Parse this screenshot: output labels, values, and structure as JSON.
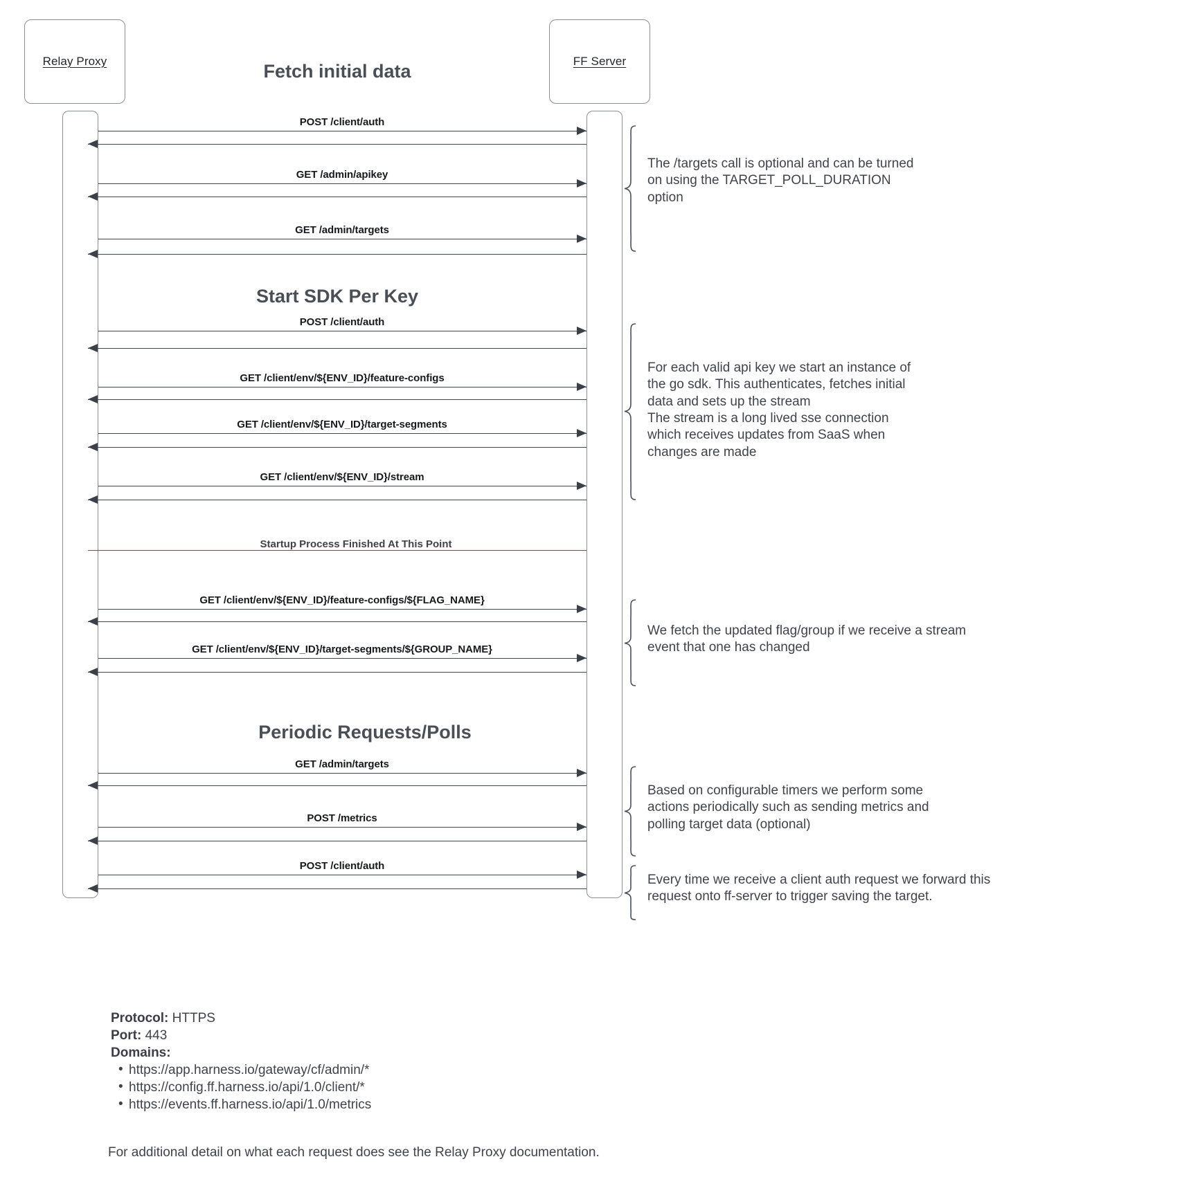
{
  "diagram": {
    "participants": [
      {
        "id": "relay-proxy",
        "label": "Relay Proxy"
      },
      {
        "id": "ff-server",
        "label": "FF Server"
      }
    ],
    "sections": [
      {
        "id": "fetch-initial-data",
        "title": "Fetch initial data"
      },
      {
        "id": "start-sdk-per-key",
        "title": "Start SDK Per Key"
      },
      {
        "id": "periodic-requests",
        "title": "Periodic Requests/Polls"
      }
    ],
    "messages": [
      {
        "id": "m1",
        "label": "POST /client/auth",
        "direction": "request"
      },
      {
        "id": "m2",
        "label": "",
        "direction": "response"
      },
      {
        "id": "m3",
        "label": "GET /admin/apikey",
        "direction": "request"
      },
      {
        "id": "m4",
        "label": "",
        "direction": "response"
      },
      {
        "id": "m5",
        "label": "GET /admin/targets",
        "direction": "request"
      },
      {
        "id": "m6",
        "label": "",
        "direction": "response"
      },
      {
        "id": "m7",
        "label": "POST /client/auth",
        "direction": "request"
      },
      {
        "id": "m8",
        "label": "",
        "direction": "response"
      },
      {
        "id": "m9",
        "label": "GET /client/env/${ENV_ID}/feature-configs",
        "direction": "request"
      },
      {
        "id": "m10",
        "label": "",
        "direction": "response"
      },
      {
        "id": "m11",
        "label": "GET /client/env/${ENV_ID}/target-segments",
        "direction": "request"
      },
      {
        "id": "m12",
        "label": "",
        "direction": "response"
      },
      {
        "id": "m13",
        "label": "GET /client/env/${ENV_ID}/stream",
        "direction": "request"
      },
      {
        "id": "m14",
        "label": "",
        "direction": "response"
      },
      {
        "id": "m15",
        "label": "GET /client/env/${ENV_ID}/feature-configs/${FLAG_NAME}",
        "direction": "request"
      },
      {
        "id": "m16",
        "label": "",
        "direction": "response"
      },
      {
        "id": "m17",
        "label": "GET /client/env/${ENV_ID}/target-segments/${GROUP_NAME}",
        "direction": "request"
      },
      {
        "id": "m18",
        "label": "",
        "direction": "response"
      },
      {
        "id": "m19",
        "label": "GET /admin/targets",
        "direction": "request"
      },
      {
        "id": "m20",
        "label": "",
        "direction": "response"
      },
      {
        "id": "m21",
        "label": "POST /metrics",
        "direction": "request"
      },
      {
        "id": "m22",
        "label": "",
        "direction": "response"
      },
      {
        "id": "m23",
        "label": "POST /client/auth",
        "direction": "request"
      },
      {
        "id": "m24",
        "label": "",
        "direction": "response"
      }
    ],
    "divider": {
      "label": "Startup Process Finished At This Point",
      "color": "#b03a3a"
    },
    "annotations": [
      {
        "id": "targets-optional",
        "text": "The /targets call is optional and can be turned\non using the TARGET_POLL_DURATION\noption"
      },
      {
        "id": "sdk-instance",
        "text": "For each valid api key we start an instance of\nthe go sdk. This authenticates, fetches initial\ndata and sets up the stream\nThe stream is a long lived sse connection\nwhich receives updates from SaaS when\nchanges are made"
      },
      {
        "id": "stream-update",
        "text": "We fetch the updated flag/group if we receive a stream\nevent that one has changed"
      },
      {
        "id": "configurable-timers",
        "text": "Based on configurable timers we perform some\nactions periodically such as sending metrics and\npolling target data (optional)"
      },
      {
        "id": "client-auth-forward",
        "text": "Every time we receive a client auth request we forward this\nrequest onto ff-server to trigger saving the target."
      }
    ]
  },
  "footer": {
    "protocol_key": "Protocol:",
    "protocol_value": "HTTPS",
    "port_key": "Port:",
    "port_value": "443",
    "domains_key": "Domains:",
    "domains": [
      "https://app.harness.io/gateway/cf/admin/*",
      "https://config.ff.harness.io/api/1.0/client/*",
      "https://events.ff.harness.io/api/1.0/metrics"
    ],
    "note": "For additional detail on what each request does see the Relay Proxy documentation."
  }
}
